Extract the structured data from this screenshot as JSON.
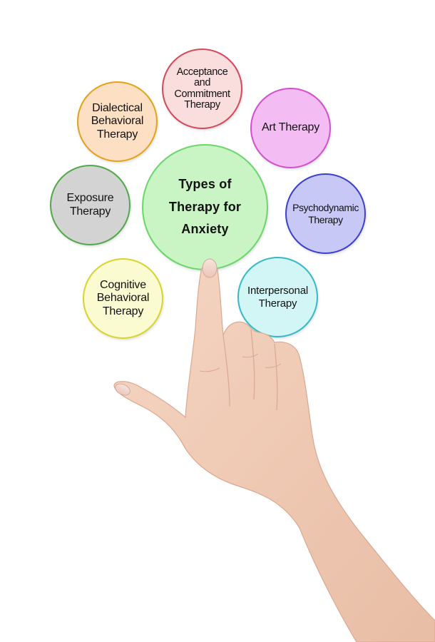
{
  "center": {
    "label": "Types of\nTherapy for\nAnxiety"
  },
  "therapies": [
    {
      "label": "Acceptance\nand\nCommitment\nTherapy"
    },
    {
      "label": "Dialectical\nBehavioral\nTherapy"
    },
    {
      "label": "Art Therapy"
    },
    {
      "label": "Exposure\nTherapy"
    },
    {
      "label": "Psychodynamic\nTherapy"
    },
    {
      "label": "Cognitive\nBehavioral\nTherapy"
    },
    {
      "label": "Interpersonal\nTherapy"
    }
  ]
}
